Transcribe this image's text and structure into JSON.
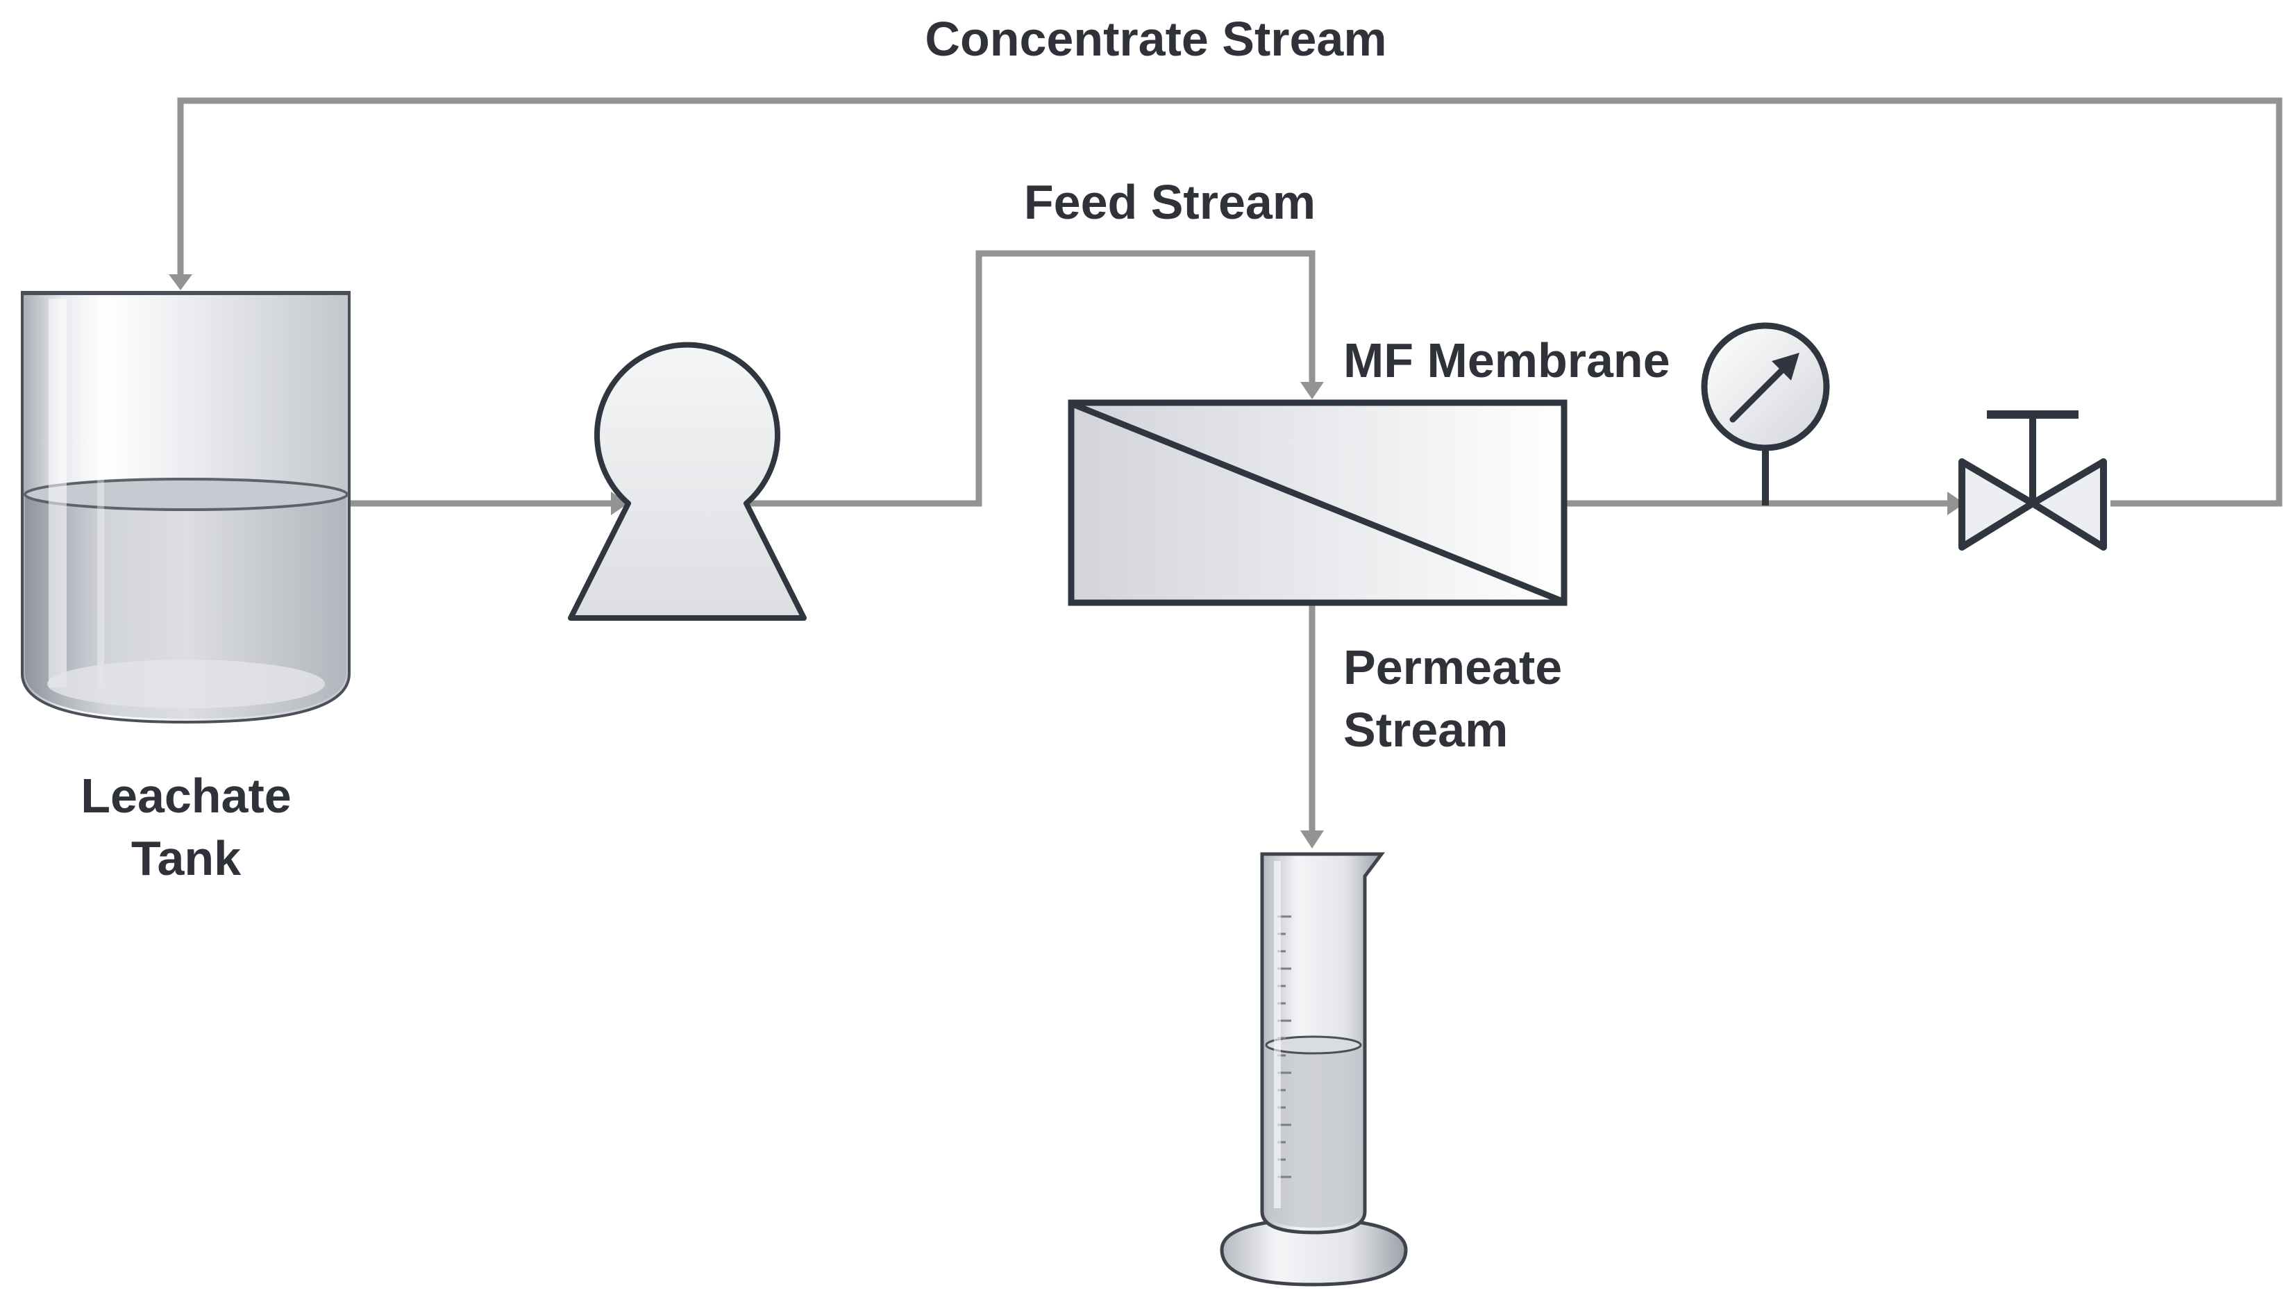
{
  "labels": {
    "concentrate_stream": "Concentrate Stream",
    "feed_stream": "Feed Stream",
    "mf_membrane": "MF Membrane",
    "permeate_line1": "Permeate",
    "permeate_line2": "Stream",
    "tank_line1": "Leachate",
    "tank_line2": "Tank"
  },
  "components": {
    "tank": "leachate-tank",
    "pump": "pump",
    "membrane": "mf-membrane-module",
    "gauge": "pressure-gauge-icon",
    "valve": "valve-icon",
    "cylinder": "graduated-cylinder"
  },
  "colors": {
    "pipe": "#939393",
    "outline": "#2f3640",
    "text": "#2f3238",
    "fill_light": "#f2f3f5",
    "fill_mid": "#d7d9de"
  }
}
